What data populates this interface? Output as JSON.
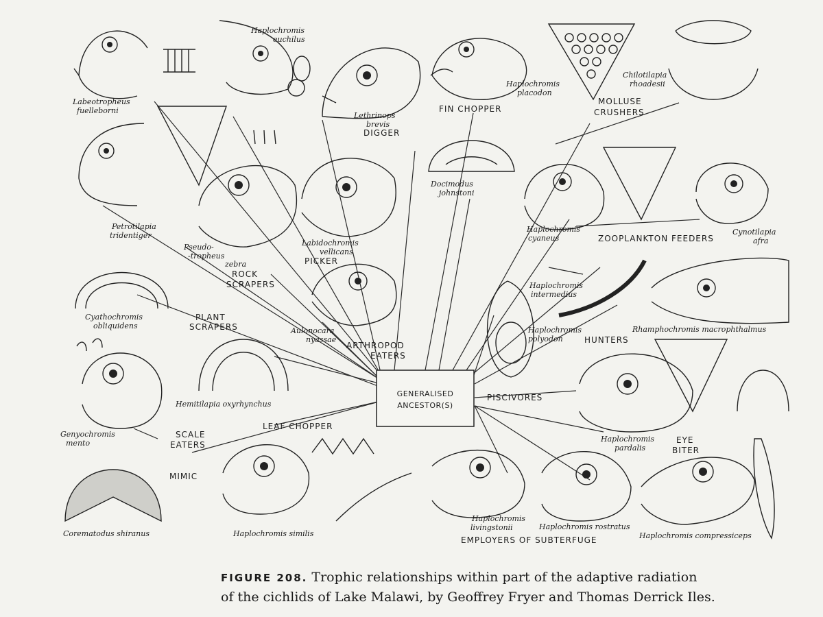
{
  "center": {
    "line1": "GENERALISED",
    "line2": "ANCESTOR(S)"
  },
  "groups": {
    "fin_chopper": "FIN CHOPPER",
    "molluse_l1": "MOLLUSE",
    "molluse_l2": "CRUSHERS",
    "digger": "DIGGER",
    "rock_l1": "ROCK",
    "rock_l2": "SCRAPERS",
    "picker": "PICKER",
    "zooplankton": "ZOOPLANKTON FEEDERS",
    "plant_l1": "PLANT",
    "plant_l2": "SCRAPERS",
    "arthropod_l1": "ARTHROPOD",
    "arthropod_l2": "EATERS",
    "hunters": "HUNTERS",
    "piscivores": "PISCIVORES",
    "scale_l1": "SCALE",
    "scale_l2": "EATERS",
    "leaf_chopper": "LEAF CHOPPER",
    "eye_l1": "EYE",
    "eye_l2": "BITER",
    "mimic": "MIMIC",
    "subterfuge": "EMPLOYERS OF SUBTERFUGE"
  },
  "species": {
    "labeo_l1": "Labeotropheus",
    "labeo_l2": "fuelleborni",
    "euch_l1": "Haplochromis",
    "euch_l2": "euchilus",
    "leth_l1": "Lethrinops",
    "leth_l2": "brevis",
    "placo_l1": "Haplochromis",
    "placo_l2": "placodon",
    "chilo_l1": "Chilotilapia",
    "chilo_l2": "rhoadesii",
    "doci_l1": "Docimodus",
    "doci_l2": "johnstoni",
    "petro_l1": "Petrotilapia",
    "petro_l2": "tridentiger",
    "pseudo_l1": "Pseudo-",
    "pseudo_l2": "-tropheus",
    "pseudo_l3": "zebra",
    "labido_l1": "Labidochromis",
    "labido_l2": "vellicans",
    "cyan_l1": "Haplochromis",
    "cyan_l2": "cyaneus",
    "cyno_l1": "Cynotilapia",
    "cyno_l2": "afra",
    "cyatho_l1": "Cyathochromis",
    "cyatho_l2": "obliquidens",
    "aulo_l1": "Aulonocara",
    "aulo_l2": "nyassae",
    "inter_l1": "Haplochromis",
    "inter_l2": "intermedius",
    "poly_l1": "Haplochromis",
    "poly_l2": "polyodon",
    "rhampho": "Rhamphochromis macrophthalmus",
    "hemi": "Hemitilapia oxyrhynchus",
    "geny_l1": "Genyochromis",
    "geny_l2": "mento",
    "pard_l1": "Haplochromis",
    "pard_l2": "pardalis",
    "corema": "Corematodus shiranus",
    "similis": "Haplochromis similis",
    "living_l1": "Haplochromis",
    "living_l2": "livingstonii",
    "rostratus": "Haplochromis rostratus",
    "compress": "Haplochromis compressiceps"
  },
  "caption": {
    "figure": "FIGURE 208.",
    "text1": " Trophic relationships within part of the adaptive radiation",
    "text2": "of the cichlids of Lake Malawi, by Geoffrey Fryer and Thomas Derrick Iles."
  }
}
